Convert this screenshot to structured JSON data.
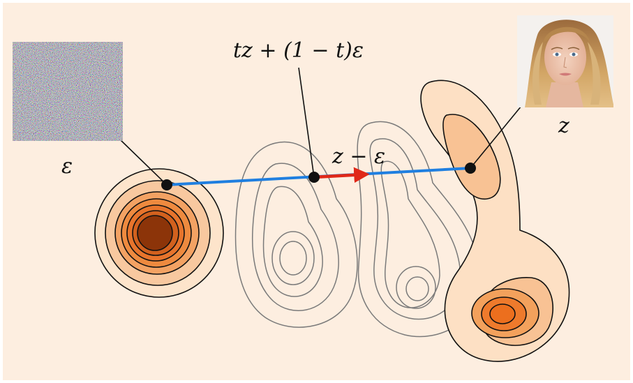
{
  "labels": {
    "noise": "ε",
    "data": "z",
    "interpolant": "tz + (1 − t)ε",
    "velocity": "z − ε"
  },
  "colors": {
    "background": "#fdeee0",
    "frame": "#f7e6d6",
    "path_line": "#1f7fe0",
    "velocity_arrow": "#e02818",
    "contour_gray": "#777777",
    "contour_dark": "#111111",
    "fill_light": "#f8cfa7",
    "fill_mid": "#f3a15c",
    "fill_deep": "#ee7a2c",
    "fill_core": "#8c3409"
  },
  "images": {
    "noise_patch": "random-noise-image",
    "face_photo": "portrait-photo-of-woman"
  }
}
